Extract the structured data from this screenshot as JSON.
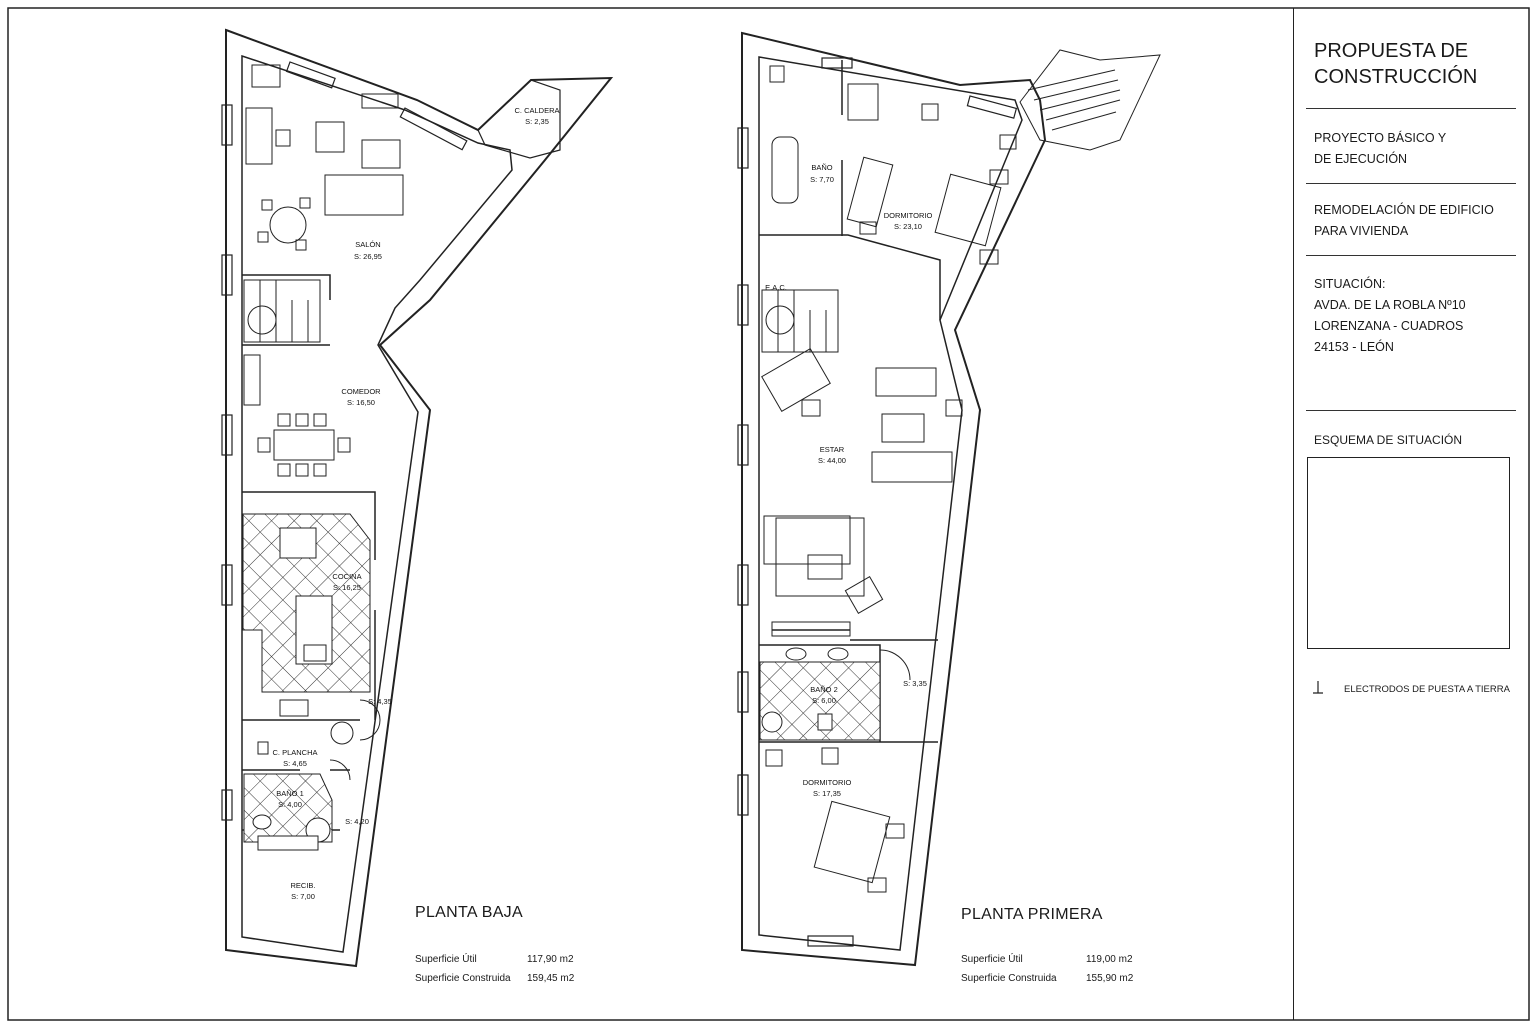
{
  "ground_floor": {
    "title": "PLANTA BAJA",
    "useful_label": "Superficie Útil",
    "useful_value": "117,90 m2",
    "built_label": "Superficie Construida",
    "built_value": "159,45 m2",
    "rooms": [
      {
        "name": "SALÓN",
        "area": "S: 26,95"
      },
      {
        "name": "C. CALDERA",
        "area": "S: 2,35"
      },
      {
        "name": "COMEDOR",
        "area": "S: 16,50"
      },
      {
        "name": "COCINA",
        "area": "S: 16,25"
      },
      {
        "name": "",
        "area": "S: 4,35"
      },
      {
        "name": "C. PLANCHA",
        "area": "S: 4,65"
      },
      {
        "name": "BAÑO 1",
        "area": "S: 4,00"
      },
      {
        "name": "",
        "area": "S: 4,20"
      },
      {
        "name": "RECIB.",
        "area": "S: 7,00"
      }
    ]
  },
  "first_floor": {
    "title": "PLANTA PRIMERA",
    "useful_label": "Superficie Útil",
    "useful_value": "119,00 m2",
    "built_label": "Superficie Construida",
    "built_value": "155,90 m2",
    "rooms": [
      {
        "name": "BAÑO",
        "area": "S: 7,70"
      },
      {
        "name": "DORMITORIO",
        "area": "S: 23,10"
      },
      {
        "name": "E.A.C.",
        "area": ""
      },
      {
        "name": "ESTAR",
        "area": "S: 44,00"
      },
      {
        "name": "BAÑO 2",
        "area": "S: 6,00"
      },
      {
        "name": "",
        "area": "S: 3,35"
      },
      {
        "name": "DORMITORIO",
        "area": "S: 17,35"
      }
    ]
  },
  "title_block": {
    "heading_line1": "PROPUESTA DE",
    "heading_line2": "CONSTRUCCIÓN",
    "project_line1": "PROYECTO BÁSICO Y",
    "project_line2": "DE EJECUCIÓN",
    "work_line1": "REMODELACIÓN DE EDIFICIO",
    "work_line2": "PARA VIVIENDA",
    "location_label": "SITUACIÓN:",
    "location_line1": "AVDA. DE LA ROBLA Nº10",
    "location_line2": "LORENZANA - CUADROS",
    "location_line3": "24153 - LEÓN",
    "scheme_label": "ESQUEMA DE SITUACIÓN",
    "legend_label": "ELECTRODOS DE PUESTA A TIERRA",
    "legend_icon": "grounding-electrode-icon"
  }
}
